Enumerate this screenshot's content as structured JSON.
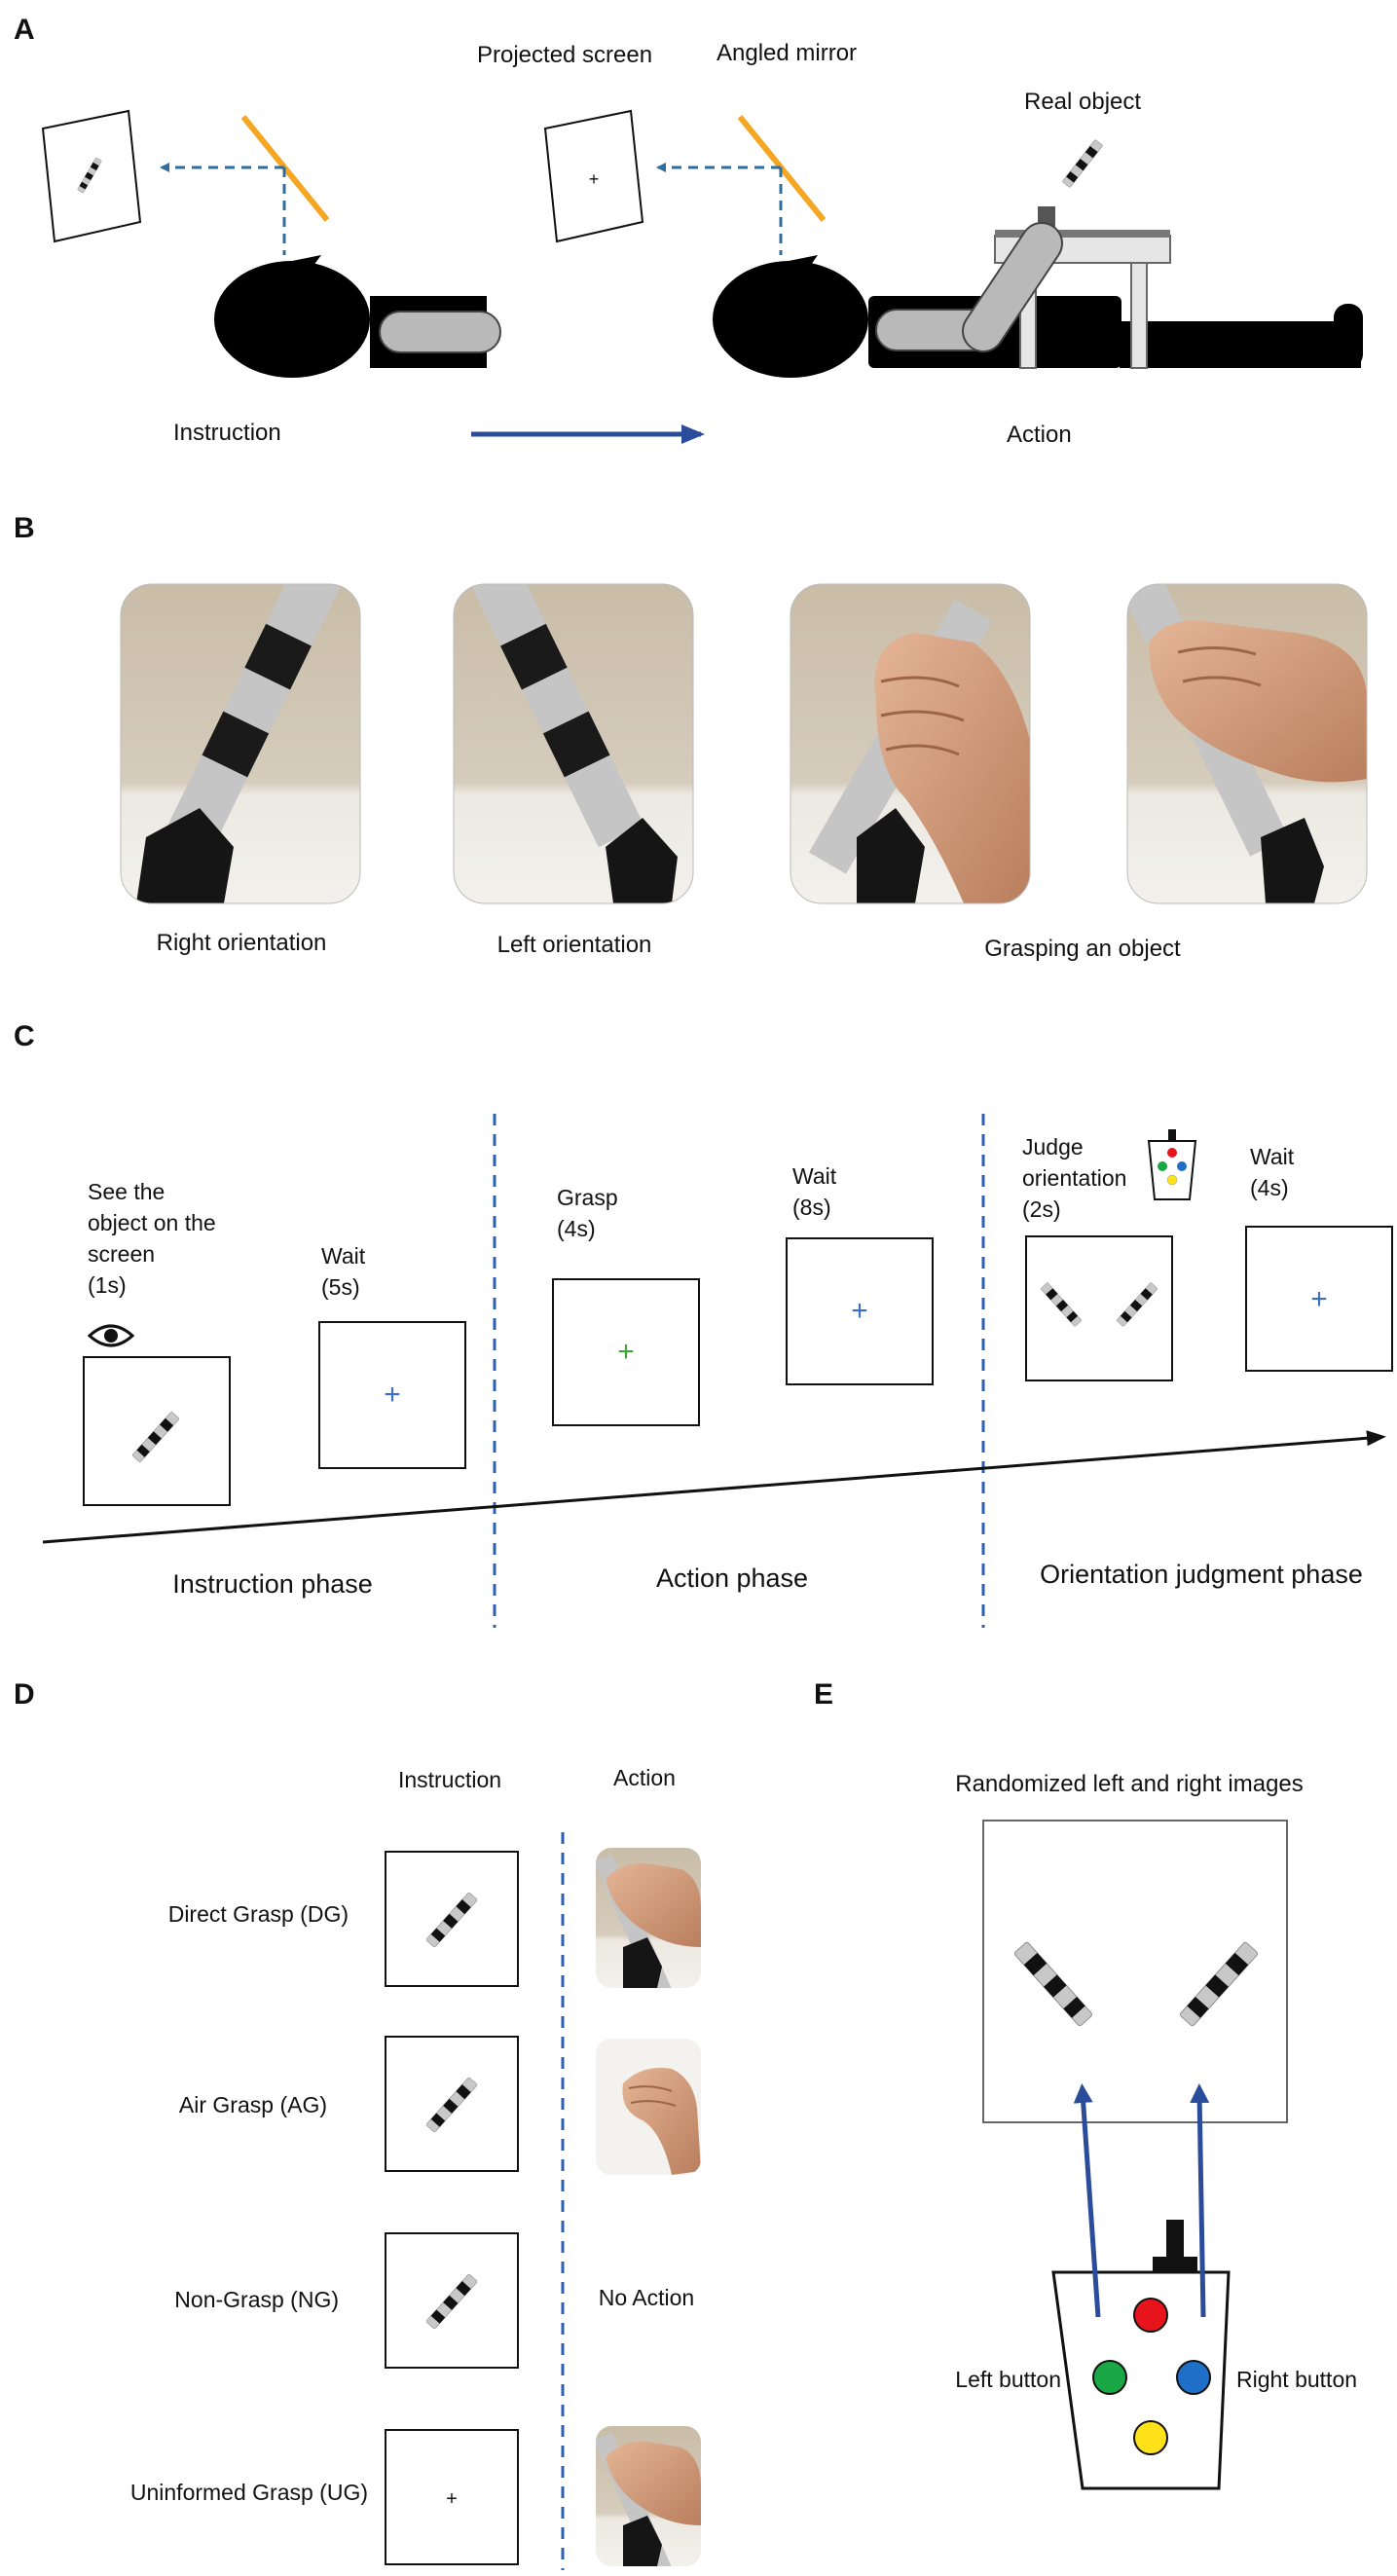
{
  "panels": {
    "a": "A",
    "b": "B",
    "c": "C",
    "d": "D",
    "e": "E"
  },
  "panel_a": {
    "projected_screen": "Projected screen",
    "angled_mirror": "Angled mirror",
    "real_object": "Real object",
    "instruction": "Instruction",
    "action": "Action",
    "fixation": "+"
  },
  "panel_b": {
    "right_orientation": "Right orientation",
    "left_orientation": "Left orientation",
    "grasping": "Grasping an object"
  },
  "panel_c": {
    "see_l1": "See the",
    "see_l2": "object on the",
    "see_l3": "screen",
    "see_l4": "(1s)",
    "wait1_l1": "Wait",
    "wait1_l2": "(5s)",
    "grasp_l1": "Grasp",
    "grasp_l2": "(4s)",
    "wait2_l1": "Wait",
    "wait2_l2": "(8s)",
    "judge_l1": "Judge",
    "judge_l2": "orientation",
    "judge_l3": "(2s)",
    "wait3_l1": "Wait",
    "wait3_l2": "(4s)",
    "fixation": "+",
    "phase_instruction": "Instruction phase",
    "phase_action": "Action phase",
    "phase_orientation": "Orientation judgment phase"
  },
  "panel_d": {
    "col_instruction": "Instruction",
    "col_action": "Action",
    "rows": [
      "Direct Grasp (DG)",
      "Air Grasp (AG)",
      "Non-Grasp (NG)",
      "Uninformed Grasp (UG)"
    ],
    "no_action": "No Action",
    "fixation": "+"
  },
  "panel_e": {
    "title": "Randomized left and right images",
    "left_button": "Left button",
    "right_button": "Right button"
  },
  "colors": {
    "orange_mirror": "#F5A623",
    "dashed_blue": "#2E6E9E",
    "arrow_blue": "#2B4C9B",
    "fix_blue": "#3A6FC4",
    "fix_green": "#3FA535",
    "btn_red": "#E8141B",
    "btn_green": "#19A845",
    "btn_blue": "#1F6FC9",
    "btn_yellow": "#FFE11A"
  }
}
